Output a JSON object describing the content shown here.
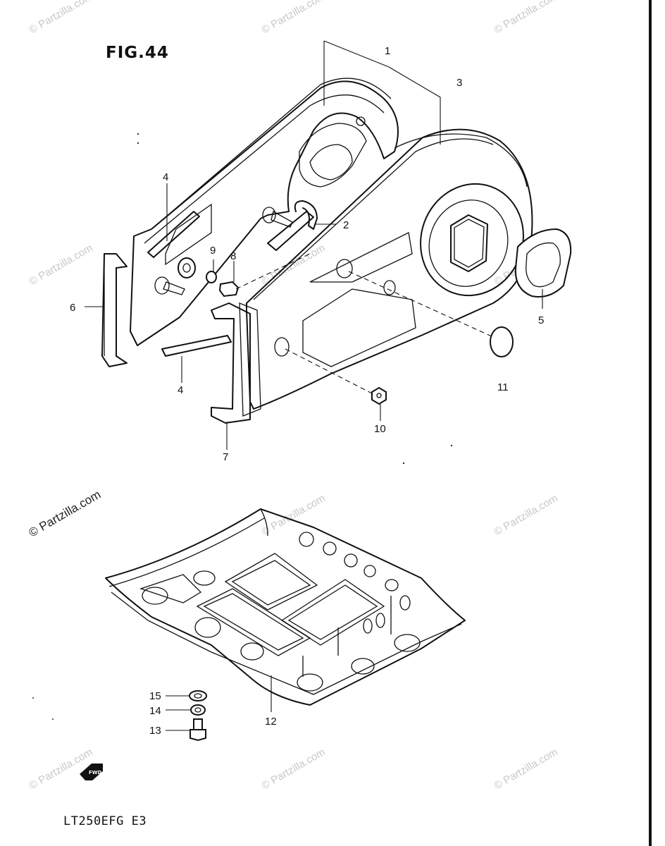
{
  "figure": {
    "title": "FIG.44",
    "model_code": "LT250EFG  E3"
  },
  "watermark": {
    "text": "© Partzilla.com"
  },
  "fwd_label": "FWD",
  "callouts": {
    "p1": "1",
    "p2": "2",
    "p3": "3",
    "p4a": "4",
    "p4b": "4",
    "p5": "5",
    "p6": "6",
    "p7": "7",
    "p8": "8",
    "p9": "9",
    "p10": "10",
    "p11": "11",
    "p12": "12",
    "p13": "13",
    "p14": "14",
    "p15": "15"
  }
}
